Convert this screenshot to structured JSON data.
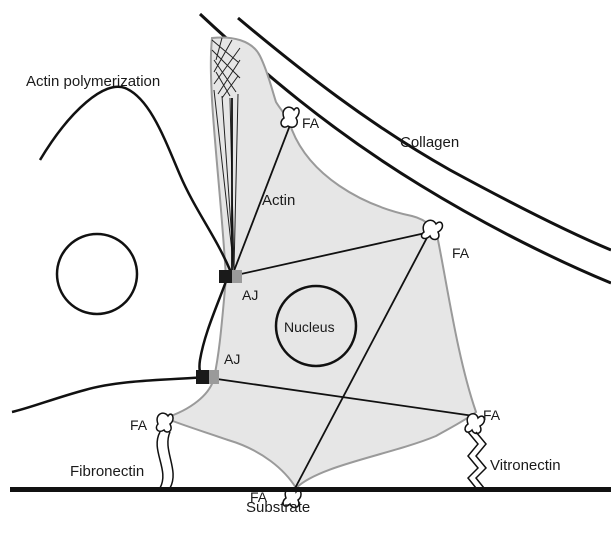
{
  "labels": {
    "actin_polymerization": "Actin polymerization",
    "collagen": "Collagen",
    "actin": "Actin",
    "fa_top": "FA",
    "fa_right_upper": "FA",
    "aj_upper": "AJ",
    "aj_lower": "AJ",
    "nucleus": "Nucleus",
    "fa_left": "FA",
    "fa_right_lower": "FA",
    "fa_bottom": "FA",
    "fibronectin": "Fibronectin",
    "vitronectin": "Vitronectin",
    "substrate": "Substrate"
  },
  "colors": {
    "cell_fill": "#e6e6e6",
    "cell_outline": "#9a9a9a",
    "line": "#111111",
    "junction": "#1a1a1a",
    "junction_shadow": "#9a9a9a"
  }
}
